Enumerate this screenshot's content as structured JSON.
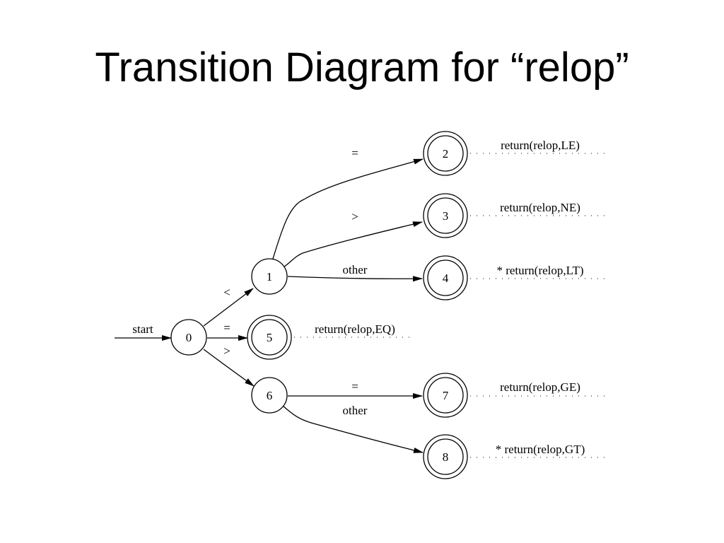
{
  "title": "Transition Diagram for “relop”",
  "diagram": {
    "start_label": "start",
    "states": [
      {
        "id": "0",
        "label": "0",
        "accepting": false
      },
      {
        "id": "1",
        "label": "1",
        "accepting": false
      },
      {
        "id": "2",
        "label": "2",
        "accepting": true
      },
      {
        "id": "3",
        "label": "3",
        "accepting": true
      },
      {
        "id": "4",
        "label": "4",
        "accepting": true
      },
      {
        "id": "5",
        "label": "5",
        "accepting": true
      },
      {
        "id": "6",
        "label": "6",
        "accepting": false
      },
      {
        "id": "7",
        "label": "7",
        "accepting": true
      },
      {
        "id": "8",
        "label": "8",
        "accepting": true
      }
    ],
    "edges": [
      {
        "from": "0",
        "to": "1",
        "label": "<"
      },
      {
        "from": "0",
        "to": "5",
        "label": "="
      },
      {
        "from": "0",
        "to": "6",
        "label": ">"
      },
      {
        "from": "1",
        "to": "2",
        "label": "="
      },
      {
        "from": "1",
        "to": "3",
        "label": ">"
      },
      {
        "from": "1",
        "to": "4",
        "label": "other"
      },
      {
        "from": "6",
        "to": "7",
        "label": "="
      },
      {
        "from": "6",
        "to": "8",
        "label": "other"
      }
    ],
    "actions": [
      {
        "state": "2",
        "text": "return(relop,LE)"
      },
      {
        "state": "3",
        "text": "return(relop,NE)"
      },
      {
        "state": "4",
        "text": "* return(relop,LT)"
      },
      {
        "state": "5",
        "text": "return(relop,EQ)"
      },
      {
        "state": "7",
        "text": "return(relop,GE)"
      },
      {
        "state": "8",
        "text": "* return(relop,GT)"
      }
    ]
  }
}
